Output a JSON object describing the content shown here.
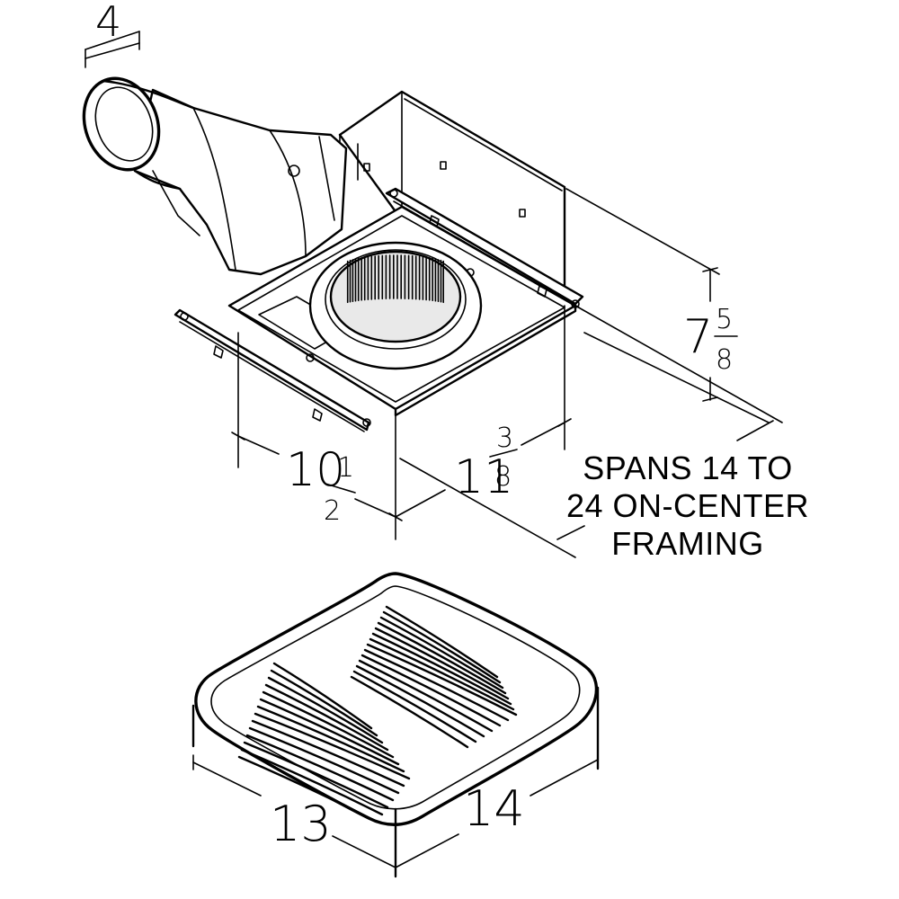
{
  "dimensions": {
    "duct_diameter": "4",
    "housing_depth_whole": "10",
    "housing_depth_fraction_num": "1",
    "housing_depth_fraction_den": "2",
    "housing_width_whole": "11",
    "housing_width_fraction_num": "3",
    "housing_width_fraction_den": "8",
    "housing_height_whole": "7",
    "housing_height_fraction_num": "5",
    "housing_height_fraction_den": "8",
    "grille_depth": "13",
    "grille_width": "14"
  },
  "note": {
    "line1": "SPANS 14 TO",
    "line2": "24 ON-CENTER",
    "line3": "FRAMING"
  }
}
